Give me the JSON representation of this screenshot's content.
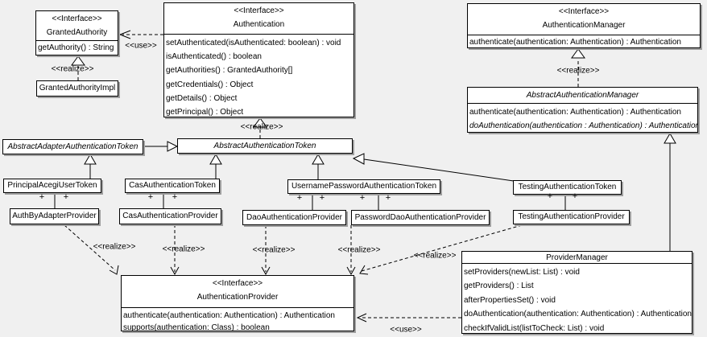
{
  "labels": {
    "use": "<<use>>",
    "realize": "<<realize>>",
    "plus": "+"
  },
  "colors": {
    "background": "#f0f0f0",
    "box_fill": "#ffffff",
    "box_border": "#000000",
    "box_shadow": "#9e9e9e",
    "line": "#000000"
  },
  "classes": {
    "granted_authority": {
      "stereotype": "<<Interface>>",
      "name": "GrantedAuthority",
      "methods": [
        "getAuthority() : String"
      ]
    },
    "granted_authority_impl": {
      "name": "GrantedAuthorityImpl"
    },
    "authentication": {
      "stereotype": "<<Interface>>",
      "name": "Authentication",
      "methods": [
        "setAuthenticated(isAuthenticated: boolean) : void",
        "isAuthenticated() : boolean",
        "getAuthorities() : GrantedAuthority[]",
        "getCredentials() : Object",
        "getDetails() : Object",
        "getPrincipal() : Object"
      ]
    },
    "authentication_manager": {
      "stereotype": "<<Interface>>",
      "name": "AuthenticationManager",
      "methods": [
        "authenticate(authentication: Authentication) : Authentication"
      ]
    },
    "abstract_authentication_manager": {
      "name": "AbstractAuthenticationManager",
      "methods": [
        "authenticate(authentication: Authentication) : Authentication",
        "doAuthentication(authentication : Authentication) : Authentication"
      ]
    },
    "abstract_adapter_authentication_token": {
      "name": "AbstractAdapterAuthenticationToken"
    },
    "abstract_authentication_token": {
      "name": "AbstractAuthenticationToken"
    },
    "principal_acegi_user_token": {
      "name": "PrincipalAcegiUserToken"
    },
    "cas_authentication_token": {
      "name": "CasAuthenticationToken"
    },
    "username_password_authentication_token": {
      "name": "UsernamePasswordAuthenticationToken"
    },
    "testing_authentication_token": {
      "name": "TestingAuthenticationToken"
    },
    "auth_by_adapter_provider": {
      "name": "AuthByAdapterProvider"
    },
    "cas_authentication_provider": {
      "name": "CasAuthenticationProvider"
    },
    "dao_authentication_provider": {
      "name": "DaoAuthenticationProvider"
    },
    "password_dao_authentication_provider": {
      "name": "PasswordDaoAuthenticationProvider"
    },
    "testing_authentication_provider": {
      "name": "TestingAuthenticationProvider"
    },
    "authentication_provider": {
      "stereotype": "<<Interface>>",
      "name": "AuthenticationProvider",
      "methods": [
        "authenticate(authentication: Authentication) : Authentication",
        "supports(authentication: Class) : boolean"
      ]
    },
    "provider_manager": {
      "name": "ProviderManager",
      "methods": [
        "setProviders(newList: List) : void",
        "getProviders() : List",
        "afterPropertiesSet() : void",
        "doAuthentication(authentication: Authentication) : Authentication",
        "checkIfValidList(listToCheck: List) : void"
      ]
    }
  }
}
